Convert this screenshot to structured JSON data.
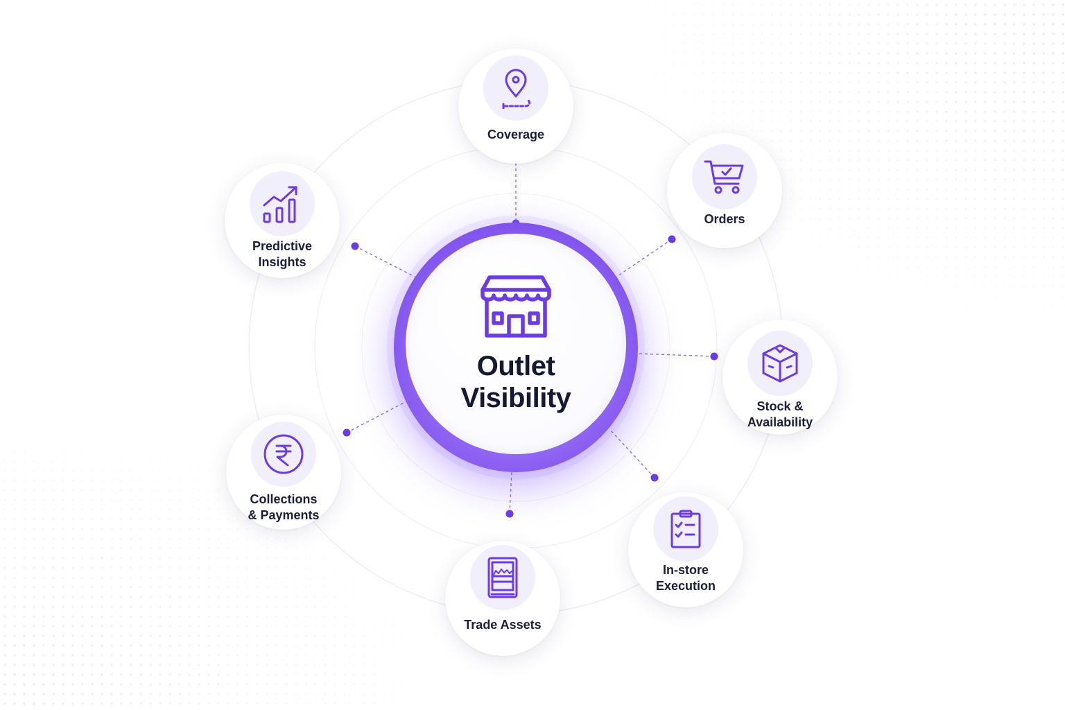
{
  "hub": {
    "title_line1": "Outlet",
    "title_line2": "Visibility",
    "icon": "storefront-icon"
  },
  "nodes": [
    {
      "id": "coverage",
      "line1": "Coverage",
      "line2": "",
      "icon": "location-pin-route-icon"
    },
    {
      "id": "orders",
      "line1": "Orders",
      "line2": "",
      "icon": "shopping-cart-check-icon"
    },
    {
      "id": "stock",
      "line1": "Stock &",
      "line2": "Availability",
      "icon": "box-icon"
    },
    {
      "id": "instore",
      "line1": "In-store",
      "line2": "Execution",
      "icon": "clipboard-checklist-icon"
    },
    {
      "id": "trade",
      "line1": "Trade Assets",
      "line2": "",
      "icon": "display-cooler-icon"
    },
    {
      "id": "collections",
      "line1": "Collections",
      "line2": "& Payments",
      "icon": "rupee-icon"
    },
    {
      "id": "predictive",
      "line1": "Predictive",
      "line2": "Insights",
      "icon": "growth-chart-icon"
    }
  ],
  "colors": {
    "accent": "#6b3ce6",
    "text": "#141833",
    "badge": "#f2effd"
  }
}
